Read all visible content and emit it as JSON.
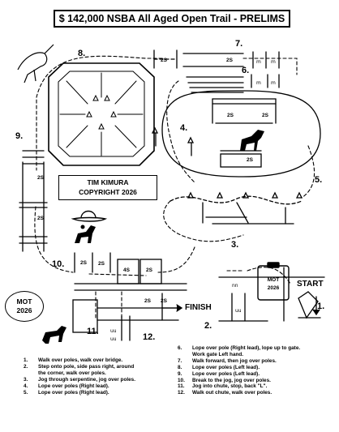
{
  "title": "$ 142,000 NSBA All Aged Open Trail - PRELIMS",
  "credit": {
    "line1": "TIM KIMURA",
    "line2": "COPYRIGHT 2026"
  },
  "mot_left": {
    "line1": "MOT",
    "line2": "2026"
  },
  "mot_right": {
    "line1": "MOT",
    "line2": "2026"
  },
  "markers": {
    "start": "START",
    "finish": "FINISH",
    "n1": "1.",
    "n2": "2.",
    "n3": "3.",
    "n4": "4.",
    "n5": "5.",
    "n6": "6.",
    "n7": "7.",
    "n8": "8.",
    "n9": "9.",
    "n10": "10.",
    "n11": "11.",
    "n12": "12."
  },
  "spacing": {
    "s1": "2S",
    "s2": "2S",
    "s3": "2S",
    "s4": "2S",
    "s5": "2S",
    "s6": "2S",
    "s7": "2S",
    "s8": "2S",
    "s9": "4S",
    "s10": "2S",
    "s11": "2S",
    "s12": "2S",
    "s13": "2S"
  },
  "instructions_left": [
    {
      "num": "1.",
      "text": "Walk over poles, walk over bridge."
    },
    {
      "num": "2.",
      "text": "Step onto pole, side pass right, around"
    },
    {
      "num": "",
      "text": "the corner, walk over poles."
    },
    {
      "num": "3.",
      "text": "Jog through serpentine, jog over poles."
    },
    {
      "num": "4.",
      "text": "Lope over poles (Right lead)."
    },
    {
      "num": "5.",
      "text": "Lope over poles (Right lead)."
    }
  ],
  "instructions_right": [
    {
      "num": "6.",
      "text": "Lope over pole (Right lead), lope up to gate."
    },
    {
      "num": "",
      "text": "Work gate Left hand."
    },
    {
      "num": "7.",
      "text": "Walk forward, then jog over poles."
    },
    {
      "num": "8.",
      "text": "Lope over poles (Left lead)."
    },
    {
      "num": "9.",
      "text": "Lope over poles (Left lead)."
    },
    {
      "num": "10.",
      "text": "Break to the jog, jog over poles."
    },
    {
      "num": "11.",
      "text": "Jog into chute, stop, back \"L\"."
    },
    {
      "num": "12.",
      "text": "Walk out chute, walk over poles."
    }
  ]
}
